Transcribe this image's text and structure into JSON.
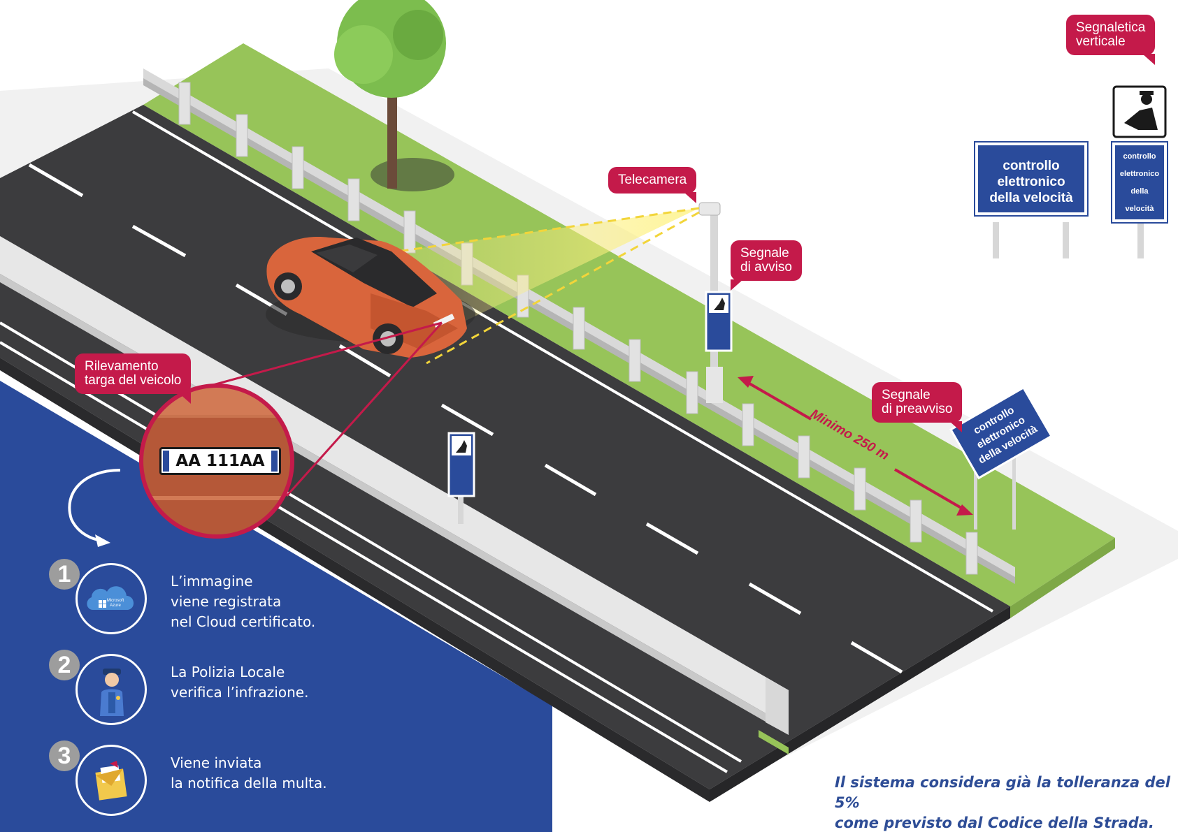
{
  "callouts": {
    "telecamera": "Telecamera",
    "segnale_avviso": "Segnale\ndi avviso",
    "segnaletica_verticale": "Segnaletica\nverticale",
    "segnale_preavviso": "Segnale\ndi preavviso",
    "rilevamento_targa": "Rilevamento\ntarga del veicolo"
  },
  "plate_text": "AA 111AA",
  "distance_label": "Minimo 250 m",
  "signs": {
    "large": "controllo\nelettronico\ndella velocità",
    "small": "controllo\nelettronico\ndella\nvelocità",
    "preavviso": "controllo\nelettronico\ndella velocità"
  },
  "cloud_label": "Microsoft\nAzure",
  "steps": [
    {
      "number": "1",
      "text": "L’immagine\nviene registrata\nnel Cloud certificato.",
      "icon": "azure-cloud-icon"
    },
    {
      "number": "2",
      "text": "La Polizia Locale\nverifica l’infrazione.",
      "icon": "police-officer-icon"
    },
    {
      "number": "3",
      "text": "Viene inviata\nla notifica della multa.",
      "icon": "envelope-icon"
    }
  ],
  "note": "Il sistema considera già la tolleranza del 5%\ncome previsto dal Codice della Strada.",
  "colors": {
    "accent_red": "#c41a4a",
    "panel_blue": "#2a4b9b",
    "grass_green": "#97c459",
    "asphalt": "#3c3c3e",
    "car_orange": "#d9653c",
    "note_blue": "#2e4d96"
  }
}
